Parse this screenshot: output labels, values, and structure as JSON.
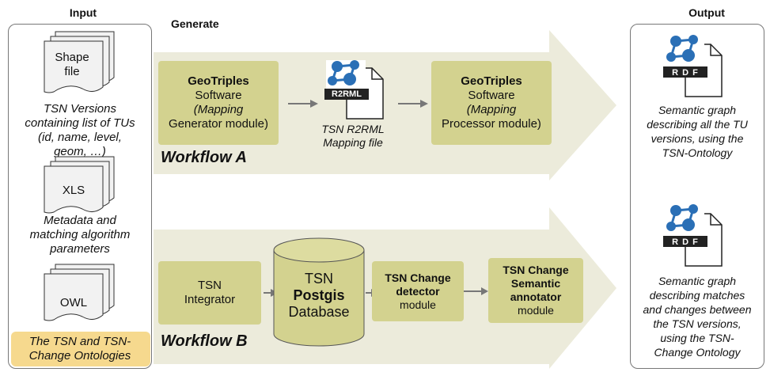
{
  "headers": {
    "input": "Input",
    "generate": "Generate",
    "output": "Output"
  },
  "inputs": {
    "shape_doc": {
      "line1": "Shape",
      "line2": "file"
    },
    "shape_caption": [
      "TSN  Versions",
      "containing list of TUs",
      "(id, name, level,",
      "geom, …)"
    ],
    "xls_doc": "XLS",
    "xls_caption": [
      "Metadata and",
      "matching algorithm",
      "parameters"
    ],
    "owl_doc": "OWL",
    "owl_caption": [
      "The TSN and TSN-",
      "Change Ontologies"
    ]
  },
  "workflow_a": {
    "label": "Workflow A",
    "generator": {
      "title": "GeoTriples",
      "line2": "Software",
      "line3": "(Mapping",
      "line4": "Generator module)"
    },
    "mapping_icon_text": "R2RML",
    "mapping_caption": [
      "TSN R2RML",
      "Mapping file"
    ],
    "processor": {
      "title": "GeoTriples",
      "line2": "Software",
      "line3": "(Mapping",
      "line4": "Processor module)"
    }
  },
  "workflow_b": {
    "label": "Workflow B",
    "integrator": [
      "TSN",
      "Integrator"
    ],
    "database": {
      "line1": "TSN",
      "line2": "Postgis",
      "line3": "Database"
    },
    "detector": {
      "title": [
        "TSN Change",
        "detector"
      ],
      "line3": "module"
    },
    "annotator": {
      "title": [
        "TSN Change",
        "Semantic",
        "annotator"
      ],
      "line4": "module"
    }
  },
  "outputs": {
    "rdf_icon_text": "R D F",
    "output1_caption": [
      "Semantic graph",
      "describing all the TU",
      "versions, using the",
      "TSN-Ontology"
    ],
    "output2_caption": [
      "Semantic graph",
      "describing matches",
      "and changes between",
      "the TSN versions,",
      "using the TSN-",
      "Change Ontology"
    ]
  },
  "colors": {
    "box": "#d3d28f",
    "band": "#ecebdb",
    "highlight": "#f6d98e",
    "arrow": "#777777"
  }
}
